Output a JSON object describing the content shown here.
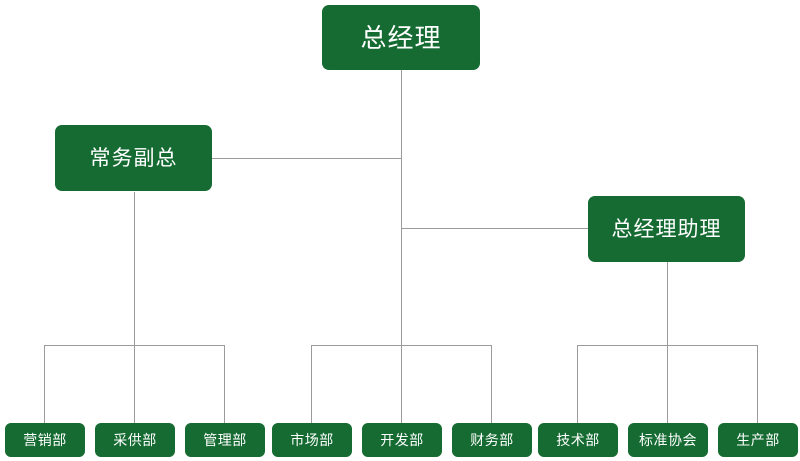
{
  "chart": {
    "type": "org-chart",
    "title": "",
    "theme": {
      "node_fill": "#156b32",
      "node_text": "#ffffff",
      "connector": "#9b9b9b",
      "background": "#ffffff"
    },
    "nodes": {
      "root": {
        "label": "总经理",
        "role": "general-manager"
      },
      "vp": {
        "label": "常务副总",
        "role": "executive-vice-president"
      },
      "assistant": {
        "label": "总经理助理",
        "role": "general-manager-assistant"
      }
    },
    "groups": [
      {
        "parent": "常务副总",
        "departments": [
          {
            "label": "营销部"
          },
          {
            "label": "采供部"
          },
          {
            "label": "管理部"
          }
        ]
      },
      {
        "parent": "总经理",
        "departments": [
          {
            "label": "市场部"
          },
          {
            "label": "开发部"
          },
          {
            "label": "财务部"
          }
        ]
      },
      {
        "parent": "总经理助理",
        "departments": [
          {
            "label": "技术部"
          },
          {
            "label": "标准协会"
          },
          {
            "label": "生产部"
          }
        ]
      }
    ]
  }
}
